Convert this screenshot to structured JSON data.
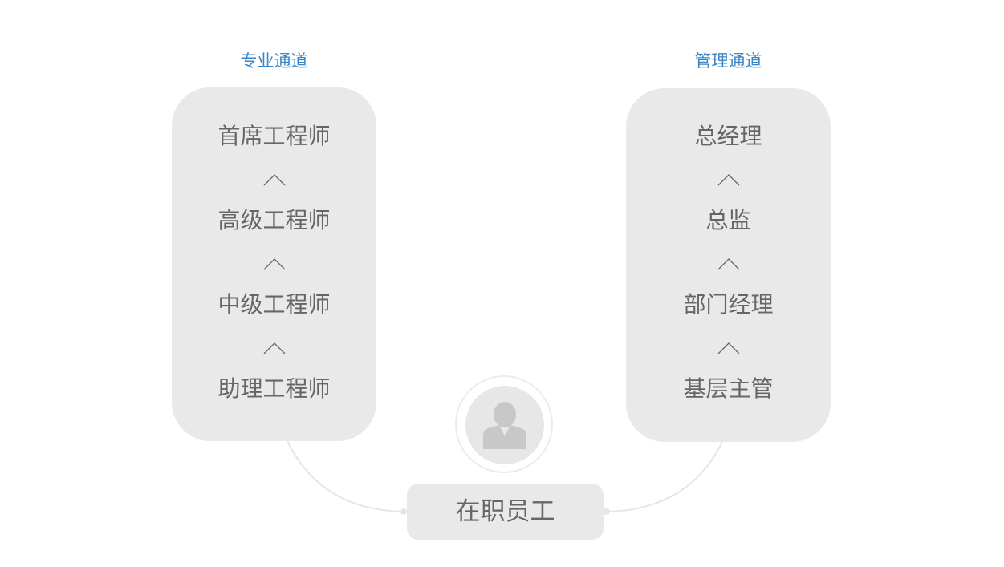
{
  "professional": {
    "title": "专业通道",
    "levels": [
      "首席工程师",
      "高级工程师",
      "中级工程师",
      "助理工程师"
    ]
  },
  "management": {
    "title": "管理通道",
    "levels": [
      "总经理",
      "总监",
      "部门经理",
      "基层主管"
    ]
  },
  "base": {
    "label": "在职员工",
    "icon": "person-icon"
  },
  "colors": {
    "title": "#3a85c6",
    "panel": "#e9e9e9",
    "text": "#666666"
  }
}
